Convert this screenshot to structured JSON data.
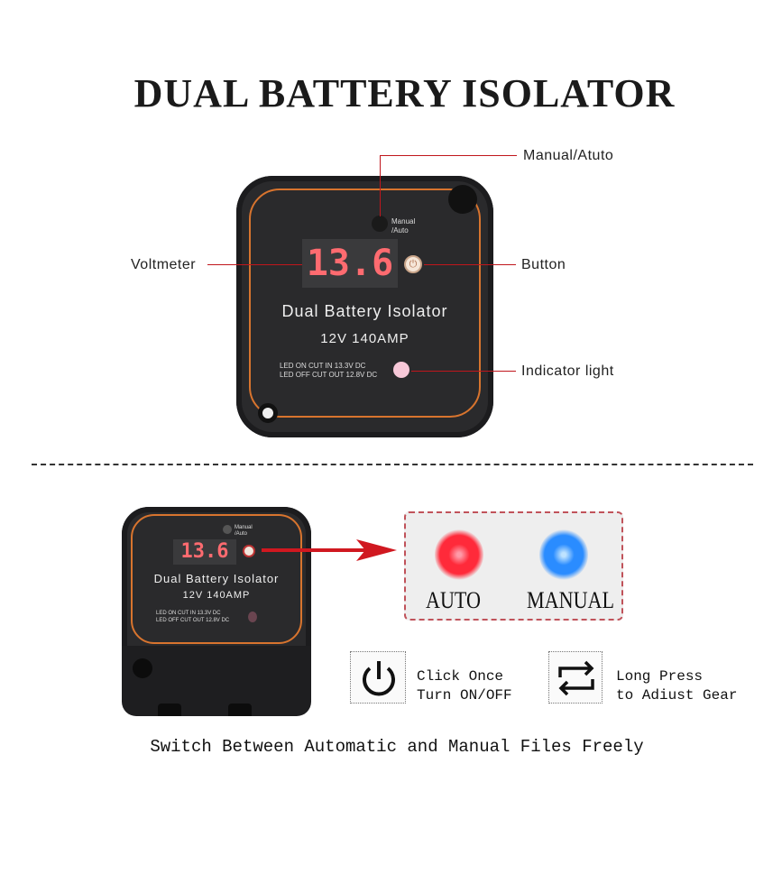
{
  "title": "DUAL BATTERY ISOLATOR",
  "callouts": {
    "manual_auto": "Manual/Atuto",
    "voltmeter": "Voltmeter",
    "button": "Button",
    "indicator": "Indicator light"
  },
  "device": {
    "manual_label_1": "Manual",
    "manual_label_2": "/Auto",
    "reading": "13.6",
    "name": "Dual Battery Isolator",
    "rating": "12V 140AMP",
    "led_on": "LED ON CUT IN 13.3V DC",
    "led_off": "LED OFF CUT OUT 12.8V DC"
  },
  "modes": {
    "auto": "AUTO",
    "manual": "MANUAL",
    "auto_color": "#ff2a3a",
    "manual_color": "#2a8cff"
  },
  "actions": [
    {
      "icon": "power-icon",
      "line1": "Click Once",
      "line2": "Turn ON/OFF"
    },
    {
      "icon": "cycle-arrows-icon",
      "line1": "Long Press",
      "line2": "to Adiust Gear"
    }
  ],
  "caption": "Switch Between Automatic and Manual Files Freely"
}
